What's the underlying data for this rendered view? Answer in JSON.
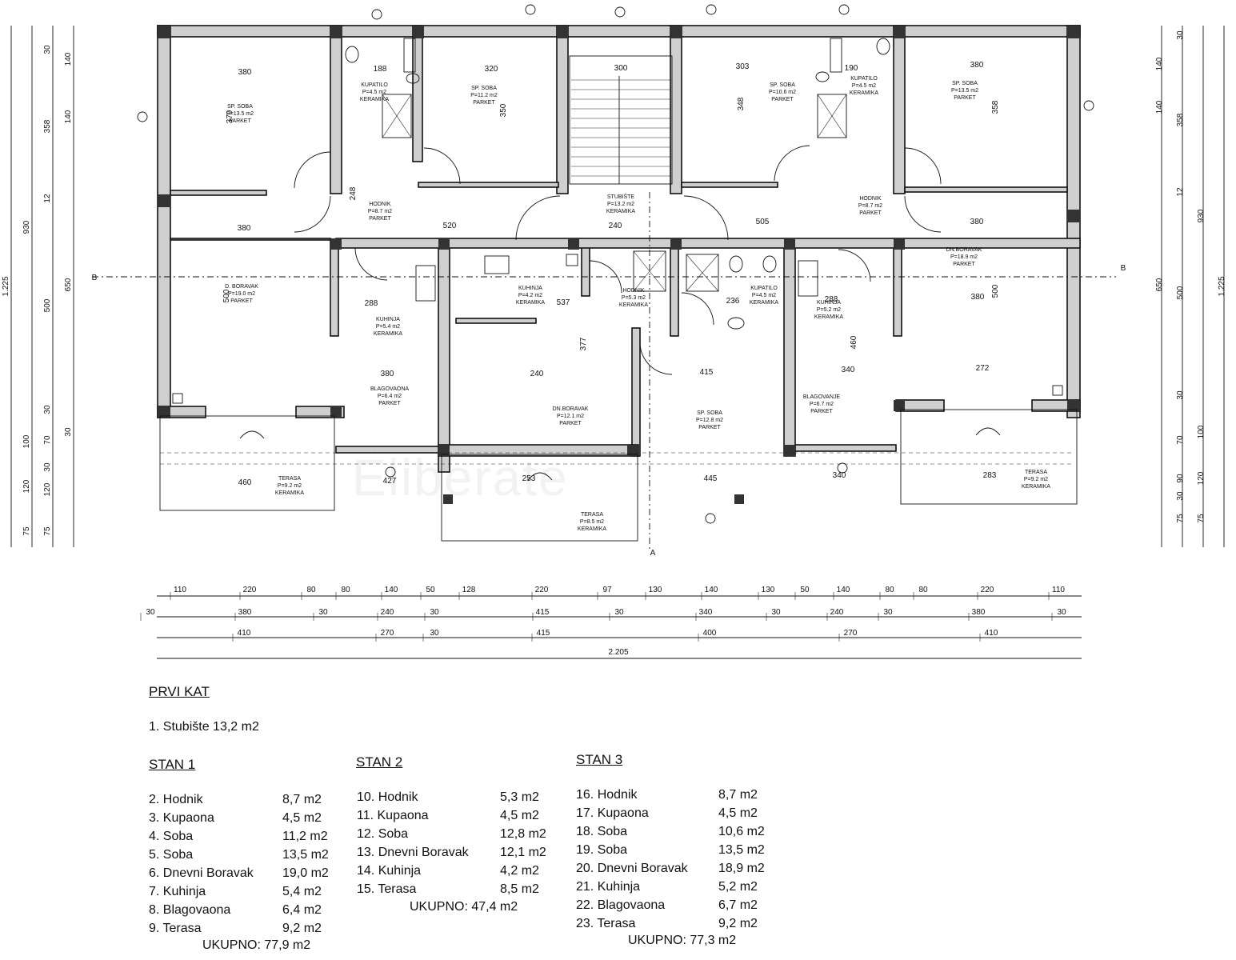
{
  "plan": {
    "section_marks": [
      "B",
      "B",
      "A"
    ],
    "rooms": [
      {
        "name": "SP. SOBA",
        "area": "P=13.5 m2",
        "finish": "PARKET"
      },
      {
        "name": "KUPATILO",
        "area": "P=4.5 m2",
        "finish": "KERAMIKA"
      },
      {
        "name": "SP. SOBA",
        "area": "P=11.2 m2",
        "finish": "PARKET"
      },
      {
        "name": "SP. SOBA",
        "area": "P=10.6 m2",
        "finish": "PARKET"
      },
      {
        "name": "KUPATILO",
        "area": "P=4.5 m2",
        "finish": "KERAMIKA"
      },
      {
        "name": "SP. SOBA",
        "area": "P=13.5 m2",
        "finish": "PARKET"
      },
      {
        "name": "HODNIK",
        "area": "P=8.7 m2",
        "finish": "PARKET"
      },
      {
        "name": "STUBIŠTE",
        "area": "P=13.2 m2",
        "finish": "KERAMIKA"
      },
      {
        "name": "HODNIK",
        "area": "P=8.7 m2",
        "finish": "PARKET"
      },
      {
        "name": "D. BORAVAK",
        "area": "P=19.0 m2",
        "finish": "PARKET"
      },
      {
        "name": "KUHINJA",
        "area": "P=5.4 m2",
        "finish": "KERAMIKA"
      },
      {
        "name": "KUHINJA",
        "area": "P=4.2 m2",
        "finish": "KERAMIKA"
      },
      {
        "name": "HODNIK",
        "area": "P=5.3 m2",
        "finish": "KERAMIKA"
      },
      {
        "name": "KUPATILO",
        "area": "P=4.5 m2",
        "finish": "KERAMIKA"
      },
      {
        "name": "KUHINJA",
        "area": "P=5.2 m2",
        "finish": "KERAMIKA"
      },
      {
        "name": "DN.BORAVAK",
        "area": "P=18.9 m2",
        "finish": "PARKET"
      },
      {
        "name": "BLAGOVAONA",
        "area": "P=6.4 m2",
        "finish": "PARKET"
      },
      {
        "name": "DN.BORAVAK",
        "area": "P=12.1 m2",
        "finish": "PARKET"
      },
      {
        "name": "SP. SOBA",
        "area": "P=12.8 m2",
        "finish": "PARKET"
      },
      {
        "name": "BLAGOVANJE",
        "area": "P=6.7 m2",
        "finish": "PARKET"
      },
      {
        "name": "TERASA",
        "area": "P=9.2 m2",
        "finish": "KERAMIKA"
      },
      {
        "name": "TERASA",
        "area": "P=8.5 m2",
        "finish": "KERAMIKA"
      },
      {
        "name": "TERASA",
        "area": "P=9.2 m2",
        "finish": "KERAMIKA"
      }
    ],
    "interior_dims": [
      "380",
      "188",
      "320",
      "300",
      "303",
      "190",
      "380",
      "370",
      "350",
      "348",
      "358",
      "248",
      "520",
      "240",
      "505",
      "380",
      "380",
      "500",
      "288",
      "537",
      "236",
      "288",
      "380",
      "500",
      "380",
      "240",
      "415",
      "340",
      "272",
      "377",
      "460",
      "460",
      "427",
      "253",
      "445",
      "340",
      "283",
      "427"
    ],
    "bottom_dims": {
      "row1": [
        "110",
        "220",
        "80",
        "80",
        "140",
        "50",
        "128",
        "220",
        "97",
        "130",
        "140",
        "130",
        "50",
        "140",
        "80",
        "80",
        "220",
        "110"
      ],
      "row2": [
        "30",
        "380",
        "30",
        "240",
        "30",
        "415",
        "30",
        "340",
        "30",
        "240",
        "30",
        "380",
        "30"
      ],
      "row3": [
        "410",
        "270",
        "30",
        "415",
        "400",
        "270",
        "410"
      ],
      "total": "2.205"
    },
    "left_dims": {
      "total": "1.225",
      "mid": [
        "930",
        "100",
        "120",
        "75"
      ],
      "inner": [
        "650",
        "500"
      ],
      "outer": [
        "30",
        "140",
        "358",
        "140",
        "12",
        "30",
        "30",
        "70",
        "30",
        "120",
        "75"
      ]
    },
    "right_dims": {
      "total": "1.225",
      "mid": [
        "930",
        "100",
        "120",
        "75"
      ],
      "inner": [
        "650",
        "500"
      ],
      "outer": [
        "30",
        "140",
        "358",
        "140",
        "12",
        "30",
        "70",
        "90",
        "30",
        "75"
      ]
    }
  },
  "legend": {
    "heading": "PRVI KAT",
    "stairs": "1. Stubište  13,2  m2",
    "stan1": {
      "title": "STAN 1",
      "items": [
        {
          "label": "2. Hodnik",
          "area": "8,7 m2"
        },
        {
          "label": "3. Kupaona",
          "area": "4,5 m2"
        },
        {
          "label": "4. Soba",
          "area": "11,2 m2"
        },
        {
          "label": "5. Soba",
          "area": "13,5 m2"
        },
        {
          "label": "6. Dnevni Boravak",
          "area": "19,0 m2"
        },
        {
          "label": "7. Kuhinja",
          "area": "5,4 m2"
        },
        {
          "label": "8. Blagovaona",
          "area": "6,4 m2"
        },
        {
          "label": "9. Terasa",
          "area": "9,2 m2"
        }
      ],
      "total": "UKUPNO: 77,9 m2"
    },
    "stan2": {
      "title": "STAN 2",
      "items": [
        {
          "label": "10. Hodnik",
          "area": "5,3 m2"
        },
        {
          "label": "11. Kupaona",
          "area": "4,5 m2"
        },
        {
          "label": "12. Soba",
          "area": "12,8 m2"
        },
        {
          "label": "13. Dnevni Boravak",
          "area": "12,1 m2"
        },
        {
          "label": "14. Kuhinja",
          "area": "4,2 m2"
        },
        {
          "label": "15. Terasa",
          "area": "8,5 m2"
        }
      ],
      "total": "UKUPNO: 47,4 m2"
    },
    "stan3": {
      "title": "STAN 3",
      "items": [
        {
          "label": "16. Hodnik",
          "area": "8,7 m2"
        },
        {
          "label": "17. Kupaona",
          "area": "4,5 m2"
        },
        {
          "label": "18. Soba",
          "area": "10,6 m2"
        },
        {
          "label": "19. Soba",
          "area": "13,5 m2"
        },
        {
          "label": "20. Dnevni Boravak",
          "area": "18,9 m2"
        },
        {
          "label": "21. Kuhinja",
          "area": "5,2 m2"
        },
        {
          "label": "22. Blagovaona",
          "area": "6,7 m2"
        },
        {
          "label": "23. Terasa",
          "area": "9,2 m2"
        }
      ],
      "total": "UKUPNO: 77,3 m2"
    }
  }
}
